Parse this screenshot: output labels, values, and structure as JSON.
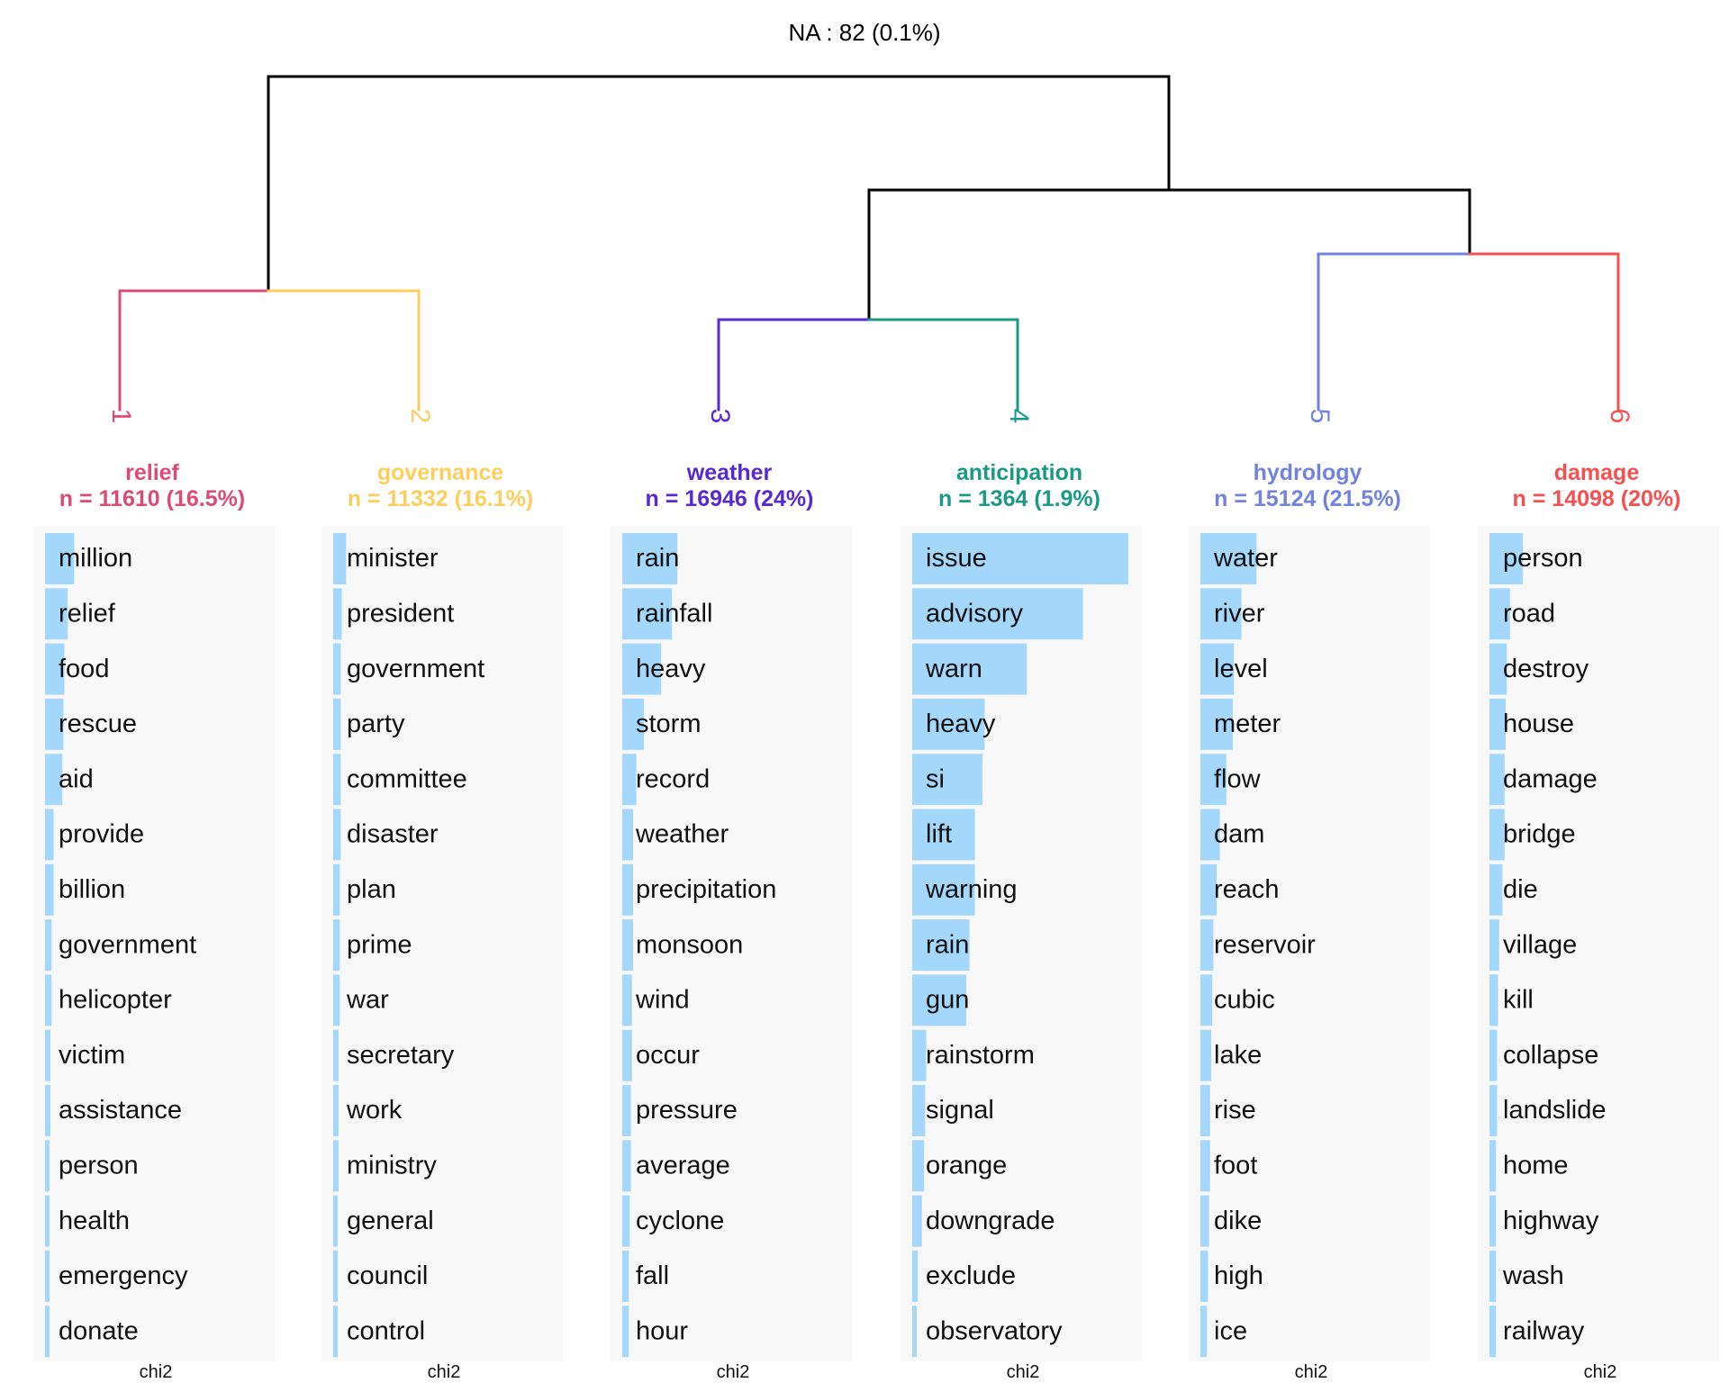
{
  "chart_data": {
    "type": "bar",
    "title": "NA : 82 (0.1%)",
    "xlabel": "chi2",
    "bar_color": "#A3D8FC",
    "panel_color": "#F8F8F8",
    "tree_color": "#000000",
    "clusters": [
      {
        "id": "1",
        "label": "relief",
        "count": "n = 11610 (16.5%)",
        "color": "#DB4B73",
        "terms": [
          "million",
          "relief",
          "food",
          "rescue",
          "aid",
          "provide",
          "billion",
          "government",
          "helicopter",
          "victim",
          "assistance",
          "person",
          "health",
          "emergency",
          "donate"
        ],
        "values": [
          0.135,
          0.105,
          0.09,
          0.085,
          0.08,
          0.04,
          0.04,
          0.03,
          0.03,
          0.025,
          0.025,
          0.02,
          0.02,
          0.02,
          0.02
        ]
      },
      {
        "id": "2",
        "label": "governance",
        "count": "n = 11332 (16.1%)",
        "color": "#FDCE5C",
        "terms": [
          "minister",
          "president",
          "government",
          "party",
          "committee",
          "disaster",
          "plan",
          "prime",
          "war",
          "secretary",
          "work",
          "ministry",
          "general",
          "council",
          "control"
        ],
        "values": [
          0.06,
          0.04,
          0.035,
          0.035,
          0.035,
          0.035,
          0.03,
          0.03,
          0.03,
          0.025,
          0.025,
          0.025,
          0.02,
          0.02,
          0.02
        ]
      },
      {
        "id": "3",
        "label": "weather",
        "count": "n = 16946 (24%)",
        "color": "#5828D1",
        "terms": [
          "rain",
          "rainfall",
          "heavy",
          "storm",
          "record",
          "weather",
          "precipitation",
          "monsoon",
          "wind",
          "occur",
          "pressure",
          "average",
          "cyclone",
          "fall",
          "hour"
        ],
        "values": [
          0.255,
          0.23,
          0.18,
          0.1,
          0.065,
          0.05,
          0.05,
          0.05,
          0.045,
          0.045,
          0.04,
          0.04,
          0.035,
          0.03,
          0.03
        ]
      },
      {
        "id": "4",
        "label": "anticipation",
        "count": "n = 1364 (1.9%)",
        "color": "#1A9A85",
        "terms": [
          "issue",
          "advisory",
          "warn",
          "heavy",
          "si",
          "lift",
          "warning",
          "rain",
          "gun",
          "rainstorm",
          "signal",
          "orange",
          "downgrade",
          "exclude",
          "observatory"
        ],
        "values": [
          1.0,
          0.79,
          0.53,
          0.335,
          0.325,
          0.29,
          0.29,
          0.265,
          0.25,
          0.065,
          0.06,
          0.055,
          0.045,
          0.025,
          0.02
        ]
      },
      {
        "id": "5",
        "label": "hydrology",
        "count": "n = 15124 (21.5%)",
        "color": "#7183DC",
        "terms": [
          "water",
          "river",
          "level",
          "meter",
          "flow",
          "dam",
          "reach",
          "reservoir",
          "cubic",
          "lake",
          "rise",
          "foot",
          "dike",
          "high",
          "ice"
        ],
        "values": [
          0.26,
          0.19,
          0.155,
          0.15,
          0.12,
          0.09,
          0.075,
          0.06,
          0.055,
          0.05,
          0.045,
          0.045,
          0.04,
          0.035,
          0.03
        ]
      },
      {
        "id": "6",
        "label": "damage",
        "count": "n = 14098 (20%)",
        "color": "#F5504F",
        "terms": [
          "person",
          "road",
          "destroy",
          "house",
          "damage",
          "bridge",
          "die",
          "village",
          "kill",
          "collapse",
          "landslide",
          "home",
          "highway",
          "wash",
          "railway"
        ],
        "values": [
          0.155,
          0.095,
          0.08,
          0.075,
          0.07,
          0.07,
          0.06,
          0.045,
          0.04,
          0.035,
          0.035,
          0.03,
          0.03,
          0.03,
          0.03
        ]
      }
    ],
    "dendrogram": {
      "root": [
        "1-2",
        "3-6"
      ],
      "1-2": [
        "1",
        "2"
      ],
      "3-6": [
        "3-4",
        "5-6"
      ],
      "3-4": [
        "3",
        "4"
      ],
      "5-6": [
        "5",
        "6"
      ]
    }
  }
}
